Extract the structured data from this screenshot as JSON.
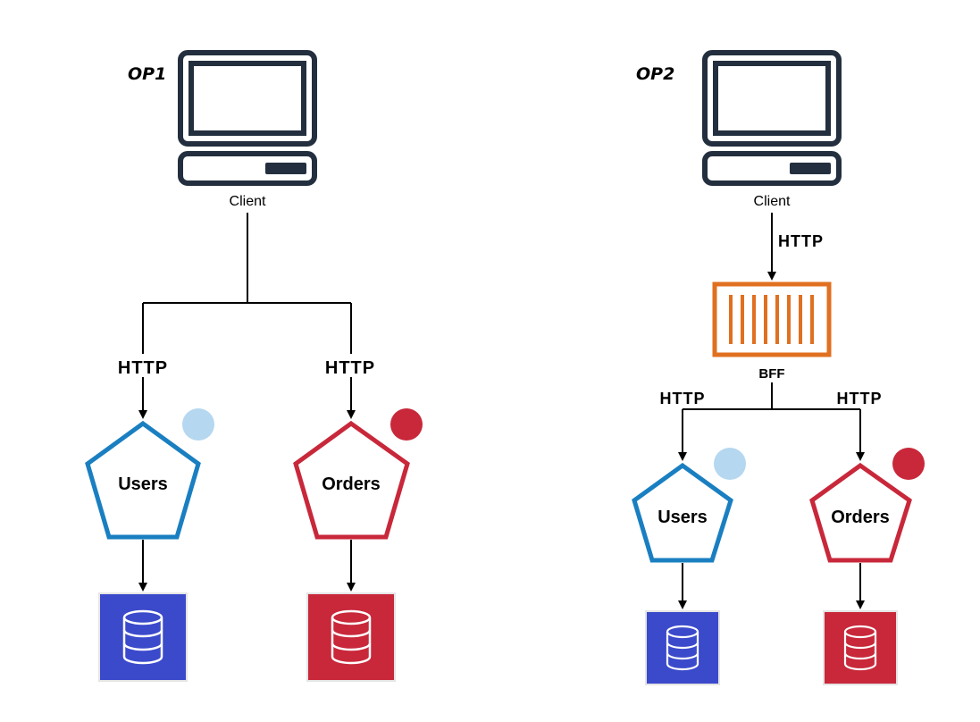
{
  "colors": {
    "users": "#1a7fc1",
    "orders": "#c8283a",
    "users_db": "#3b4acb",
    "orders_db": "#c8283a",
    "users_dot": "#b5d7f0",
    "orders_dot": "#c8283a",
    "bff": "#e07020",
    "monitor": "#232f3e"
  },
  "op1": {
    "title": "OP1",
    "client": "Client",
    "http_users": "HTTP",
    "http_orders": "HTTP",
    "users": "Users",
    "orders": "Orders"
  },
  "op2": {
    "title": "OP2",
    "client": "Client",
    "http_client": "HTTP",
    "bff": "BFF",
    "http_users": "HTTP",
    "http_orders": "HTTP",
    "users": "Users",
    "orders": "Orders"
  },
  "icons": {
    "client": "computer-monitor-icon",
    "bff": "bff-container-icon",
    "service": "pentagon-service-icon",
    "database": "database-icon"
  }
}
